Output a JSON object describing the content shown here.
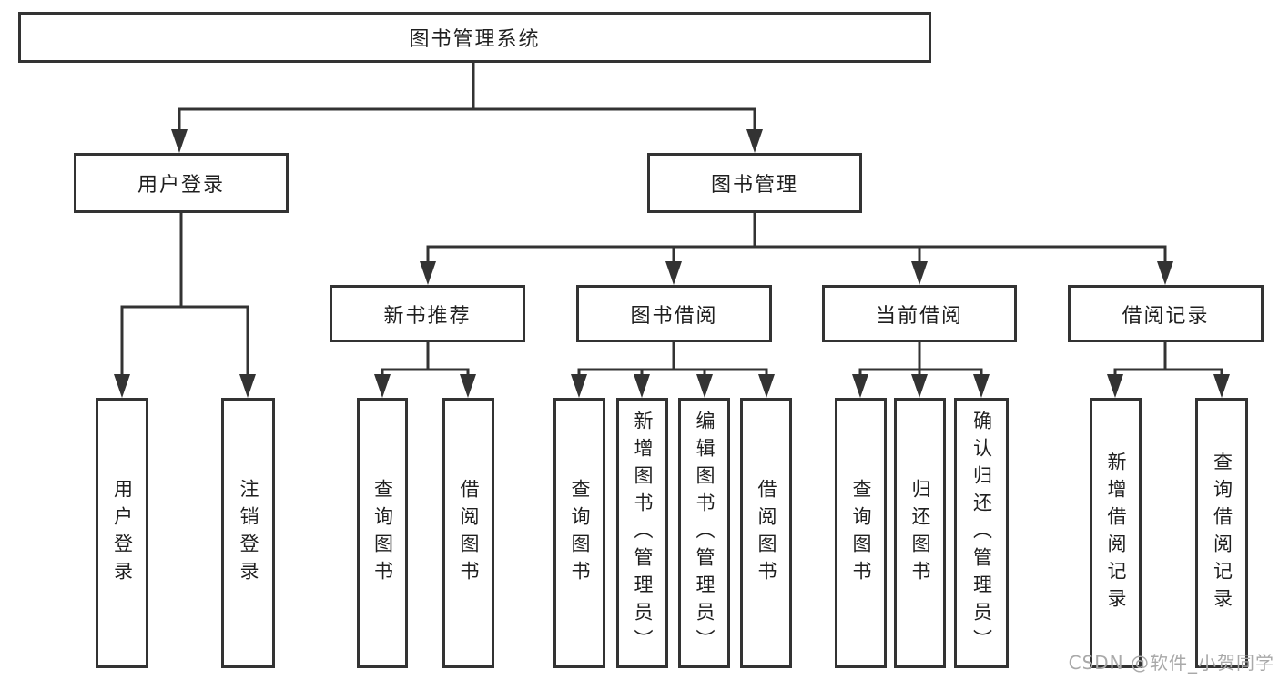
{
  "diagram": {
    "root": {
      "label": "图书管理系统"
    },
    "level2": {
      "user_login": {
        "label": "用户登录"
      },
      "book_mgmt": {
        "label": "图书管理"
      }
    },
    "level3": {
      "new_book_rec": {
        "label": "新书推荐"
      },
      "book_borrow": {
        "label": "图书借阅"
      },
      "current_borrow": {
        "label": "当前借阅"
      },
      "borrow_records": {
        "label": "借阅记录"
      }
    },
    "leaves": {
      "user_login": {
        "label": "用户登录"
      },
      "logout": {
        "label": "注销登录"
      },
      "nb_query_book": {
        "label": "查询图书"
      },
      "nb_borrow_book": {
        "label": "借阅图书"
      },
      "bb_query_book": {
        "label": "查询图书"
      },
      "bb_add_book": {
        "label": "新增图书（管理员）"
      },
      "bb_edit_book": {
        "label": "编辑图书（管理员）"
      },
      "bb_borrow_book": {
        "label": "借阅图书"
      },
      "cb_query_book": {
        "label": "查询图书"
      },
      "cb_return_book": {
        "label": "归还图书"
      },
      "cb_confirm_return": {
        "label": "确认归还（管理员）"
      },
      "br_add_record": {
        "label": "新增借阅记录"
      },
      "br_query_record": {
        "label": "查询借阅记录"
      }
    }
  },
  "watermark": {
    "text": "CSDN @软件_小贺同学"
  },
  "colors": {
    "line": "#333333",
    "text": "#1f1f1f",
    "box_background": "#ffffff",
    "watermark": "#a9a9a9"
  }
}
